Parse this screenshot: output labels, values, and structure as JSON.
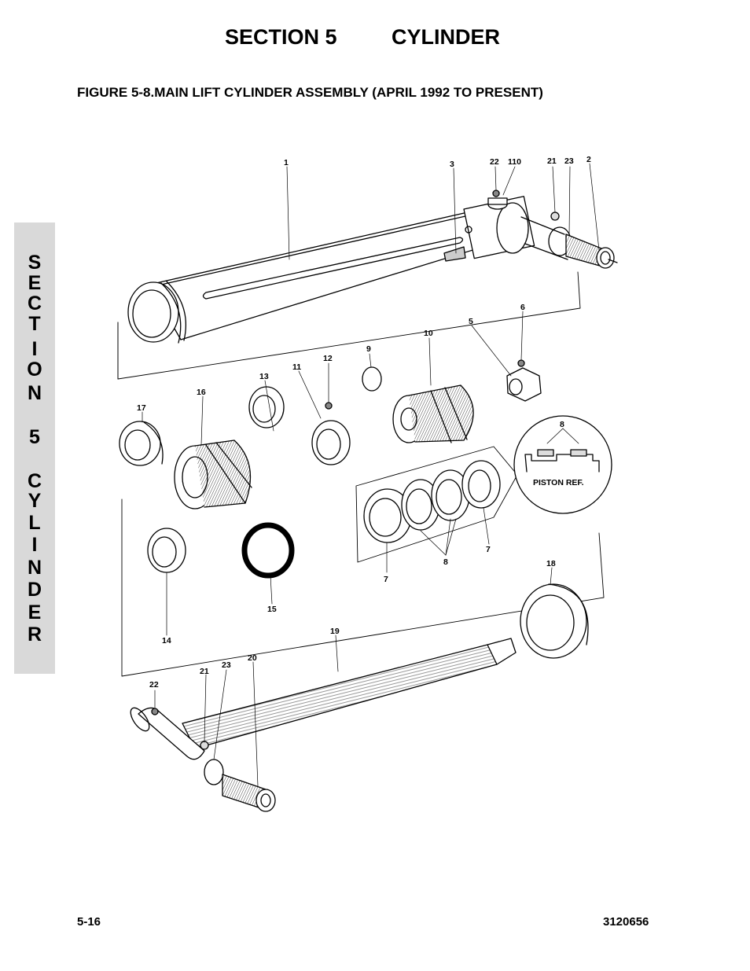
{
  "header": {
    "section": "SECTION 5",
    "name": "CYLINDER"
  },
  "figure_title": "FIGURE 5-8.MAIN LIFT CYLINDER ASSEMBLY (APRIL 1992 TO PRESENT)",
  "side_tab": {
    "chars": [
      "S",
      "E",
      "C",
      "T",
      "I",
      "O",
      "N",
      "5",
      "C",
      "Y",
      "L",
      "I",
      "N",
      "D",
      "E",
      "R"
    ]
  },
  "callouts": {
    "c1": "1",
    "c3": "3",
    "c22a": "22",
    "c110": "110",
    "c21a": "21",
    "c23a": "23",
    "c2": "2",
    "c6": "6",
    "c5": "5",
    "c10": "10",
    "c9": "9",
    "c12": "12",
    "c11": "11",
    "c13": "13",
    "c16": "16",
    "c17": "17",
    "c8top": "8",
    "piston_ref": "PISTON REF.",
    "c7a": "7",
    "c7b": "7",
    "c8": "8",
    "c14": "14",
    "c15": "15",
    "c18": "18",
    "c19": "19",
    "c20": "20",
    "c23b": "23",
    "c21b": "21",
    "c22b": "22"
  },
  "footer": {
    "page": "5-16",
    "doc_number": "3120656"
  }
}
